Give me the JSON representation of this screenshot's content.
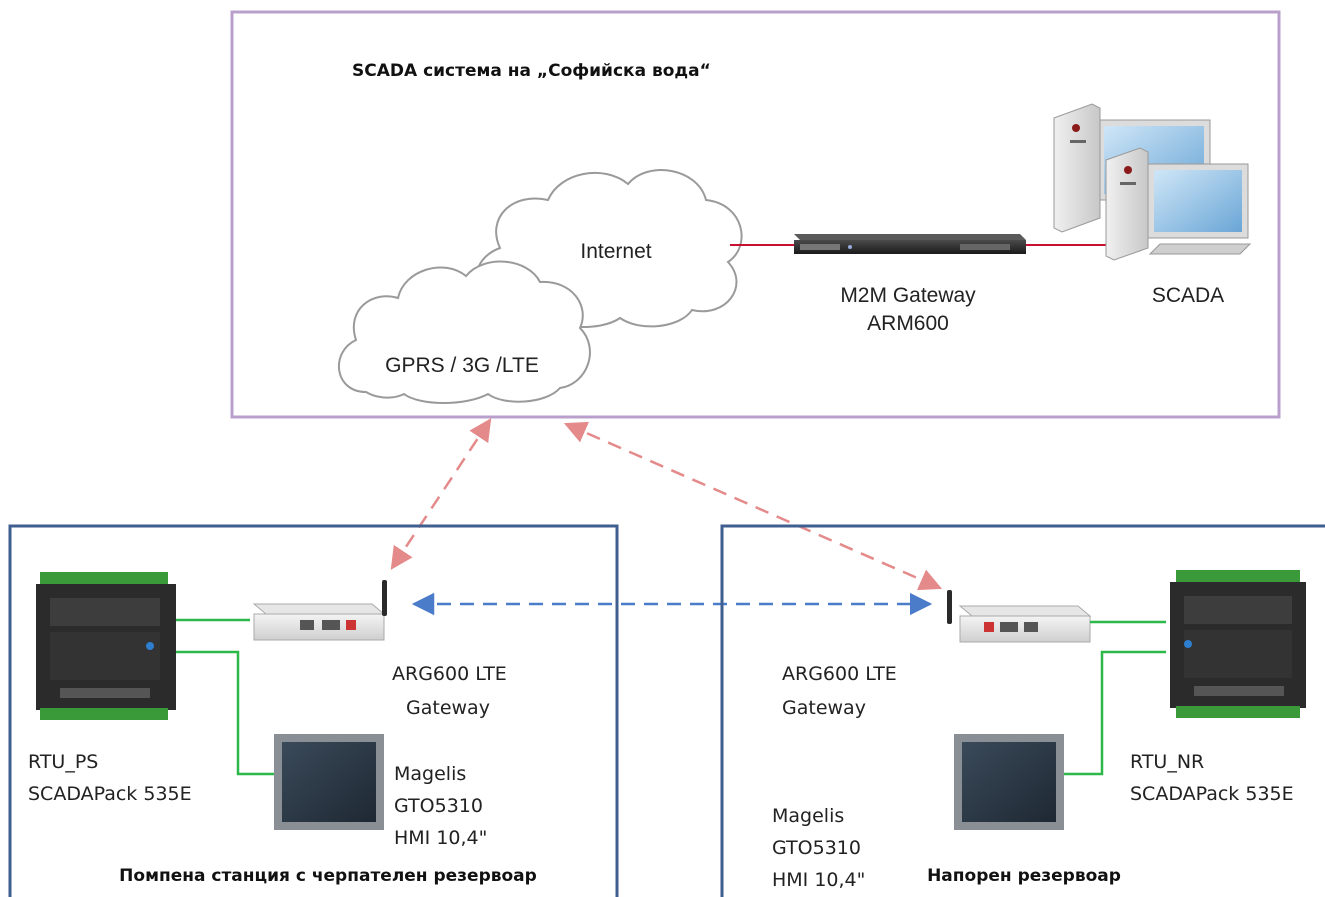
{
  "title": "SCADA система на „Софийска вода“",
  "top": {
    "cloud_internet": "Internet",
    "cloud_gprs": "GPRS / 3G /LTE",
    "gateway_line1": "M2M Gateway",
    "gateway_line2": "ARM600",
    "scada": "SCADA"
  },
  "left_site": {
    "caption": "Помпена станция с черпателен резервоар",
    "rtu_line1": "RTU_PS",
    "rtu_line2": "SCADAPack 535E",
    "gw_line1": "ARG600 LTE",
    "gw_line2": "Gateway",
    "hmi_line1": "Magelis",
    "hmi_line2": "GTO5310",
    "hmi_line3": "HMI 10,4\""
  },
  "right_site": {
    "caption": "Напорен резервоар",
    "rtu_line1": "RTU_NR",
    "rtu_line2": "SCADAPack 535E",
    "gw_line1": "ARG600 LTE",
    "gw_line2": "Gateway",
    "hmi_line1": "Magelis",
    "hmi_line2": "GTO5310",
    "hmi_line3": "HMI 10,4\""
  },
  "colors": {
    "scada_box_border": "#b9a0cc",
    "site_box_border": "#3f5f90",
    "link_red": "#c8102e",
    "link_green": "#2db84a",
    "arrow_pink": "#e58a8a",
    "arrow_blue": "#4a7cc9"
  }
}
